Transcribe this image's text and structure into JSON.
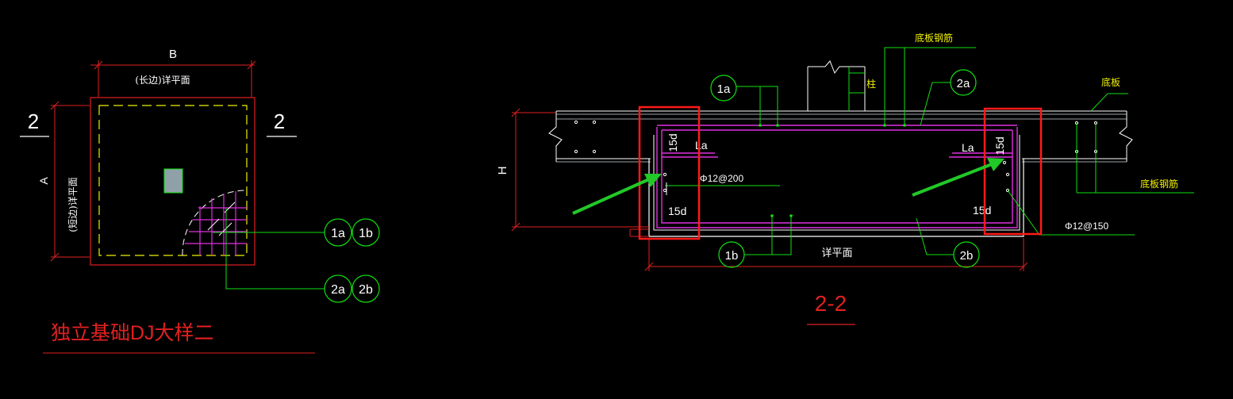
{
  "colors": {
    "red": "#e02020",
    "yellow": "#f0f000",
    "green": "#10e010",
    "white": "#ffffff",
    "magenta": "#e030e0",
    "gray": "#9ca3a8",
    "bright_green": "#22c828",
    "highlight": "#ff1a1a"
  },
  "plan": {
    "dim_b": "B",
    "dim_a": "A",
    "long_side": "(长边)详平面",
    "short_side": "(短边)详平面",
    "section_left": "2",
    "section_right": "2",
    "tag_1a": "1a",
    "tag_1b": "1b",
    "tag_2a": "2a",
    "tag_2b": "2b",
    "title": "独立基础DJ大样二"
  },
  "section": {
    "title": "2-2",
    "bottom_plate_rebar_top": "底板钢筋",
    "column": "柱",
    "bottom_plate": "底板",
    "bottom_plate_rebar_right": "底板钢筋",
    "tag_1a": "1a",
    "tag_2a": "2a",
    "tag_1b": "1b",
    "tag_2b": "2b",
    "dim_h": "H",
    "left_15d_v": "15d",
    "left_15d_h": "15d",
    "left_la": "La",
    "right_15d_v": "15d",
    "right_15d_h": "15d",
    "right_la": "La",
    "rebar_200": "Φ12@200",
    "rebar_150": "Φ12@150",
    "detail_plan": "详平面"
  }
}
